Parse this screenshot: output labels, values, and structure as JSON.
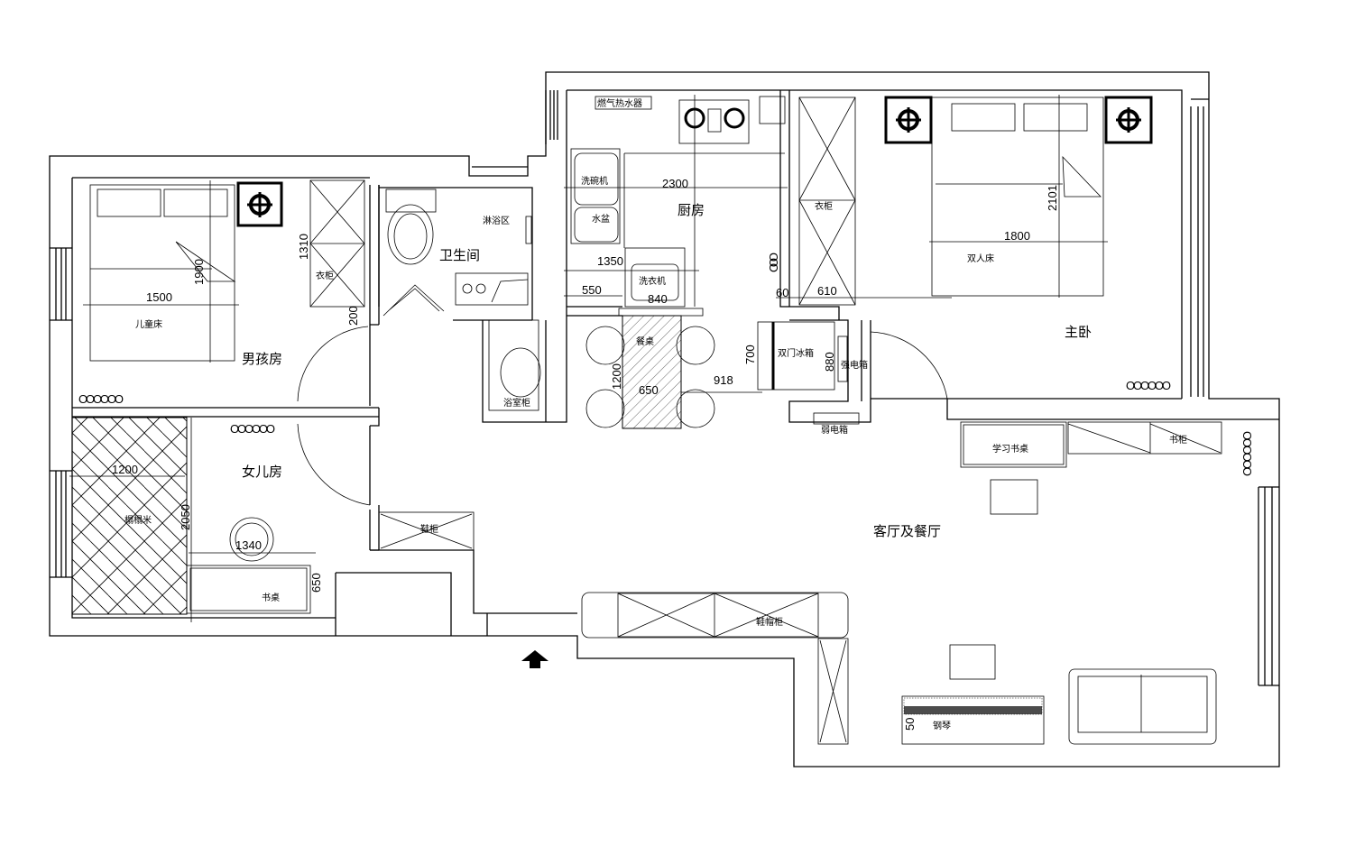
{
  "rooms": {
    "boys_room": "男孩房",
    "girls_room": "女儿房",
    "bathroom": "卫生间",
    "kitchen": "厨房",
    "master_bedroom": "主卧",
    "living_dining": "客厅及餐厅"
  },
  "furniture": {
    "water_heater": "燃气热水器",
    "dishwasher": "洗碗机",
    "sink": "水盆",
    "washing_machine": "洗衣机",
    "kitchen_wardrobe": "衣柜",
    "dining_table": "餐桌",
    "fridge": "双门冰箱",
    "strong_box": "强电箱",
    "weak_box": "弱电箱",
    "double_bed": "双人床",
    "study_desk": "学习书桌",
    "bookcase": "书柜",
    "kids_bed": "儿童床",
    "boys_wardrobe": "衣柜",
    "shower": "淋浴区",
    "vanity": "浴室柜",
    "shoe_cabinet": "鞋柜",
    "tatami": "榻榻米",
    "desk": "书桌",
    "hall_cabinet": "鞋帽柜",
    "piano": "钢琴"
  },
  "dimensions": {
    "kitchen_width": "2300",
    "counter": "1350",
    "d550": "550",
    "d840": "840",
    "d60": "60",
    "d610": "610",
    "table_len": "1200",
    "table_w": "650",
    "d918": "918",
    "d700": "700",
    "d880": "880",
    "master_bed_w": "1800",
    "master_bed_l": "2101",
    "kids_bed_w": "1500",
    "kids_bed_l": "1900",
    "wardrobe_l": "1310",
    "d200": "200",
    "tatami_w": "1200",
    "tatami_l": "2050",
    "chair": "1340",
    "desk_d": "650",
    "piano_d": "50"
  },
  "entrance_icon": "up-arrow-icon"
}
